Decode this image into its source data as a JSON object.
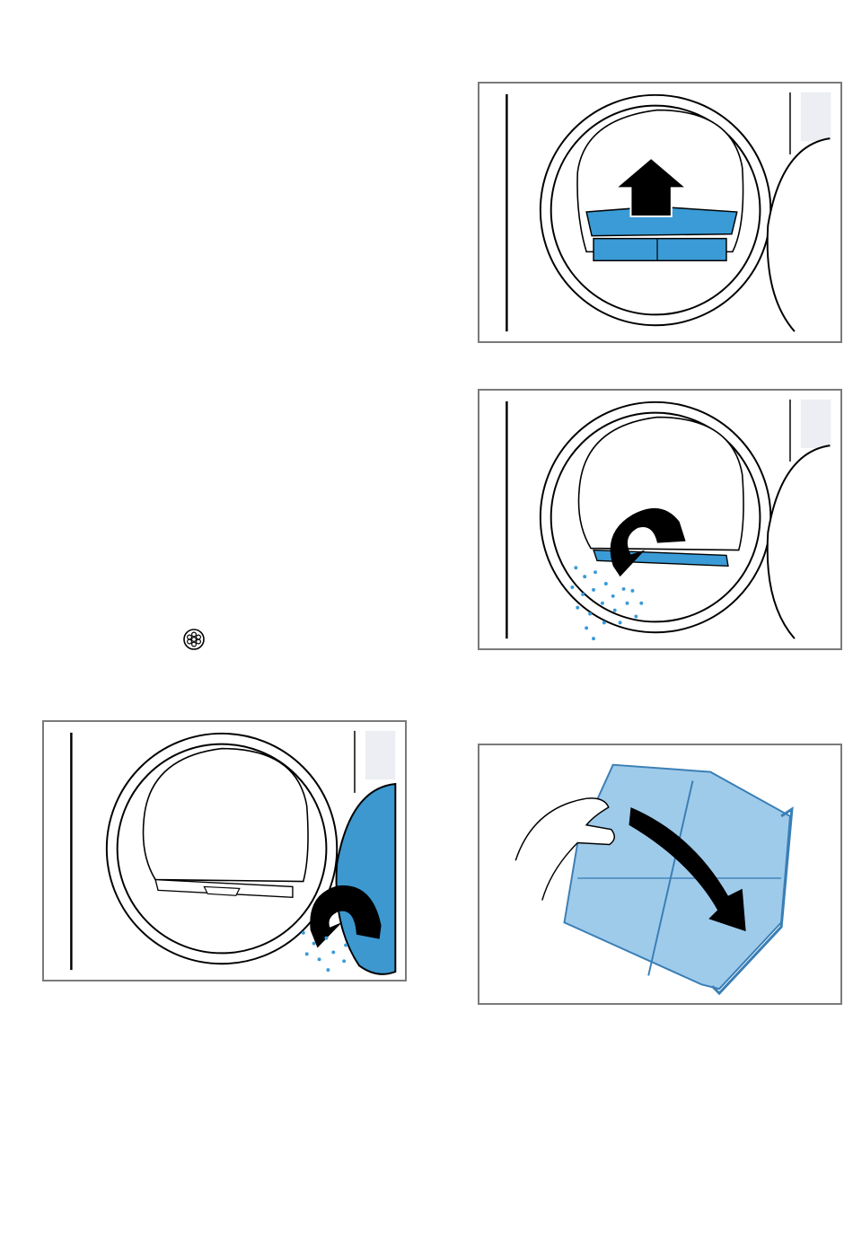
{
  "colors": {
    "frame": "#7a7a7a",
    "filter_blue": "#3a9bd6",
    "filter_light_blue": "#9fcbeb",
    "door_blue": "#3c98cf",
    "ink": "#000000"
  },
  "icons": {
    "lint_filter_symbol": "fluff-filter-icon"
  },
  "panels": [
    {
      "name": "lift-filter-out",
      "arrow": "up"
    },
    {
      "name": "empty-filter-in-drum",
      "arrow": "curved-flip"
    },
    {
      "name": "clean-door-seal",
      "arrow": "curved-flip"
    },
    {
      "name": "open-filter",
      "arrow": "curved-right"
    }
  ]
}
